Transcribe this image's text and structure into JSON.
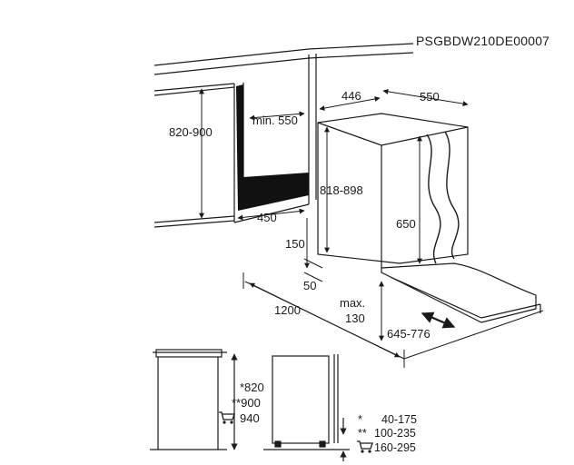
{
  "drawing_code": "PSGBDW210DE00007",
  "dimensions": {
    "niche_height": "820-900",
    "niche_depth_min": "min. 550",
    "niche_width": "450",
    "appliance_height": "818-898",
    "appliance_width": "446",
    "appliance_depth": "550",
    "door_height": "650",
    "toe_kick_height": "150",
    "toe_kick_depth": "50",
    "door_open_depth": "1200",
    "plinth_max_label": "max.",
    "plinth_max_value": "130",
    "door_offset": "645-776"
  },
  "side_view": {
    "height_1": "*820",
    "height_2": "**900",
    "height_3": "940",
    "notes": [
      {
        "mark": "*",
        "value": "40-175"
      },
      {
        "mark": "**",
        "value": "100-235"
      },
      {
        "mark": "cart",
        "value": "160-295"
      }
    ]
  },
  "colors": {
    "line": "#1a1a1a",
    "fill_dark": "#111111",
    "panel": "#e6e6e6"
  }
}
